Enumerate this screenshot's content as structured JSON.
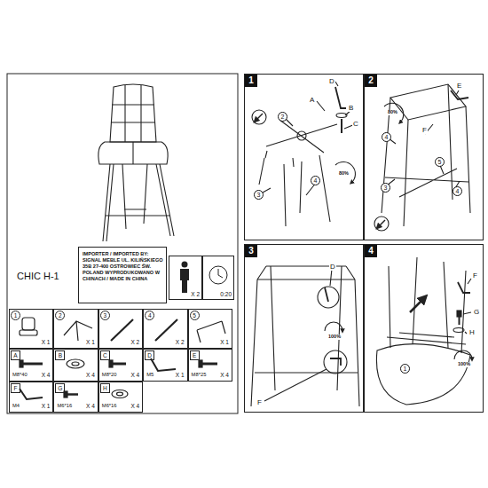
{
  "diagram": {
    "nodes": [
      {
        "text": [
          "IMPORTER / IMPORTED BY: SIGNAL MEBLE UL. KILIŃSKIEGO 35B 27-400 OSTROWIEC ŚW. POLAND WYPRODUKOWANO W CHINACH / MADE IN CHINA"
        ]
      },
      {
        "text": [
          "X 2"
        ]
      },
      {
        "text": [
          "0:20"
        ]
      },
      {
        "text": [
          "1",
          "X 1"
        ]
      },
      {
        "text": [
          "2",
          "X 1"
        ]
      },
      {
        "text": [
          "3",
          "X 2"
        ]
      },
      {
        "text": [
          "4",
          "X 2"
        ]
      },
      {
        "text": [
          "5",
          "X 1"
        ]
      },
      {
        "text": [
          "A",
          "M8*40",
          "X 4"
        ]
      },
      {
        "text": [
          "B",
          "X 4"
        ]
      },
      {
        "text": [
          "C",
          "M8*20",
          "X 4"
        ]
      },
      {
        "text": [
          "D",
          "M5",
          "X 1"
        ]
      },
      {
        "text": [
          "E",
          "M8*25",
          "X 4"
        ]
      },
      {
        "text": [
          "F",
          "M4",
          "X 1"
        ]
      },
      {
        "text": [
          "G",
          "M6*16",
          "X 4"
        ]
      },
      {
        "text": [
          "H",
          "M6*16",
          "X 4"
        ]
      },
      {
        "text": [
          "1"
        ]
      },
      {
        "text": [
          "2"
        ]
      },
      {
        "text": [
          "3"
        ]
      },
      {
        "text": [
          "4"
        ]
      }
    ],
    "labels": [
      "CHIC H-1",
      "D",
      "A",
      "B",
      "C",
      "2",
      "4",
      "3",
      "80%",
      "E",
      "80%",
      "F",
      "4",
      "5",
      "3",
      "4",
      "D",
      "100%",
      "F",
      "F",
      "G",
      "H",
      "100%",
      "1"
    ]
  }
}
